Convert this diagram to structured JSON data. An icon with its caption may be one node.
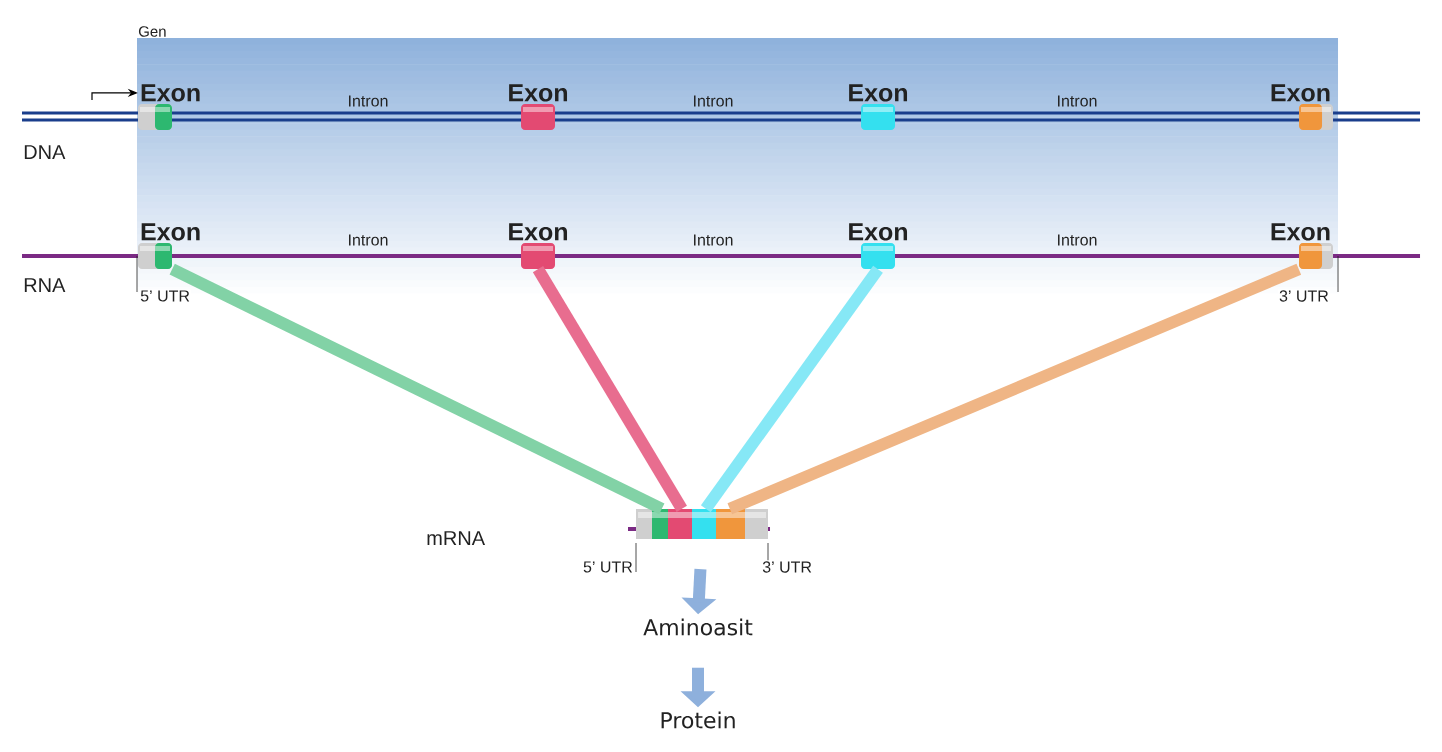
{
  "diagram": {
    "nodes": [
      {
        "text": [
          "Gen"
        ]
      },
      {
        "text": [
          "Exon"
        ],
        "in": 0
      },
      {
        "text": [
          "Exon"
        ],
        "in": 0
      },
      {
        "text": [
          "Exon"
        ],
        "in": 0
      },
      {
        "text": [
          "Exon"
        ],
        "in": 0
      },
      {
        "text": [
          "Exon"
        ],
        "in": 0
      },
      {
        "text": [
          "Exon"
        ],
        "in": 0
      },
      {
        "text": [
          "Exon"
        ],
        "in": 0
      },
      {
        "text": [
          "Exon"
        ],
        "in": 0
      },
      {
        "text": [],
        "shape": "cylinder"
      },
      {
        "text": [
          "Aminoasit"
        ]
      },
      {
        "text": [
          "Protein"
        ]
      }
    ],
    "edges": [
      {
        "from": null,
        "to": 1,
        "arrow": "to",
        "color": "#000000"
      },
      {
        "from": 5,
        "to": 9,
        "arrow": "none",
        "color": "#82d2a6"
      },
      {
        "from": 6,
        "to": 9,
        "arrow": "none",
        "color": "#e86d8f"
      },
      {
        "from": 7,
        "to": 9,
        "arrow": "none",
        "color": "#86e8f6"
      },
      {
        "from": 8,
        "to": 9,
        "arrow": "none",
        "color": "#efb585"
      },
      {
        "from": 9,
        "to": 10,
        "arrow": "to",
        "color": "#8eb0dc"
      },
      {
        "from": 10,
        "to": 11,
        "arrow": "to",
        "color": "#8eb0dc"
      }
    ],
    "labels": [
      "DNA",
      "Intron",
      "Intron",
      "Intron",
      "RNA",
      "Intron",
      "Intron",
      "Intron",
      "5’ UTR",
      "3’ UTR",
      "mRNA",
      "5’ UTR",
      "3’ UTR"
    ]
  }
}
